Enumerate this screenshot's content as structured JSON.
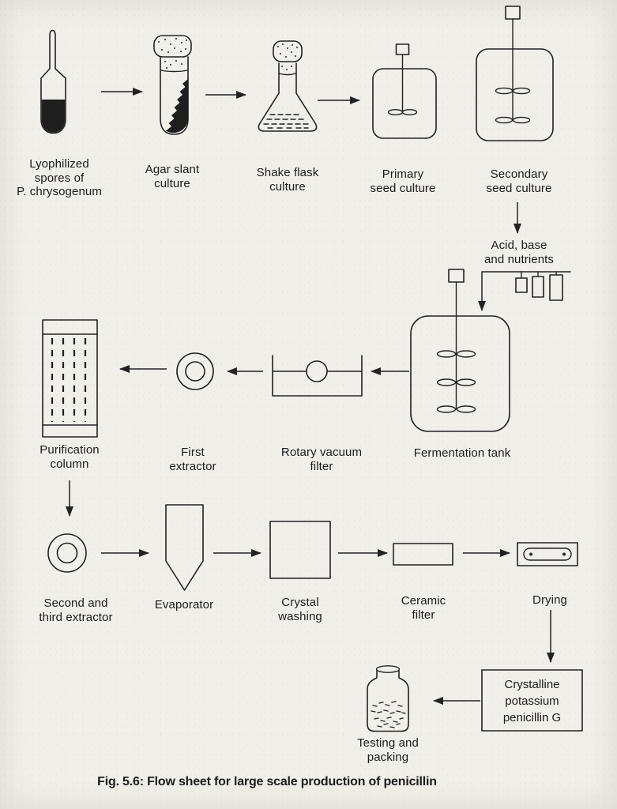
{
  "colors": {
    "paper": "#f1efe9",
    "ink": "#222222"
  },
  "caption": "Fig. 5.6: Flow sheet for large scale production of penicillin",
  "labels": {
    "lyophilized": "Lyophilized\nspores of\nP. chrysogenum",
    "agar_slant": "Agar slant\nculture",
    "shake_flask": "Shake flask\nculture",
    "primary_seed": "Primary\nseed culture",
    "secondary_seed": "Secondary\nseed culture",
    "acid_base": "Acid, base\nand nutrients",
    "fermentation_tank": "Fermentation tank",
    "rotary_filter": "Rotary vacuum\nfilter",
    "first_extractor": "First\nextractor",
    "purification_column": "Purification\ncolumn",
    "second_third_extractor": "Second and\nthird extractor",
    "evaporator": "Evaporator",
    "crystal_washing": "Crystal\nwashing",
    "ceramic_filter": "Ceramic\nfilter",
    "drying": "Drying",
    "product_box": "Crystalline\npotassium\npenicillin G",
    "testing_packing": "Testing and\npacking"
  },
  "flow": {
    "main_sequence": [
      "Lyophilized spores of P. chrysogenum",
      "Agar slant culture",
      "Shake flask culture",
      "Primary seed culture",
      "Secondary seed culture",
      "Fermentation tank",
      "Rotary vacuum filter",
      "First extractor",
      "Purification column",
      "Second and third extractor",
      "Evaporator",
      "Crystal washing",
      "Ceramic filter",
      "Drying",
      "Crystalline potassium penicillin G",
      "Testing and packing"
    ],
    "side_input": {
      "from": "Acid, base and nutrients",
      "to": "Fermentation tank"
    }
  }
}
